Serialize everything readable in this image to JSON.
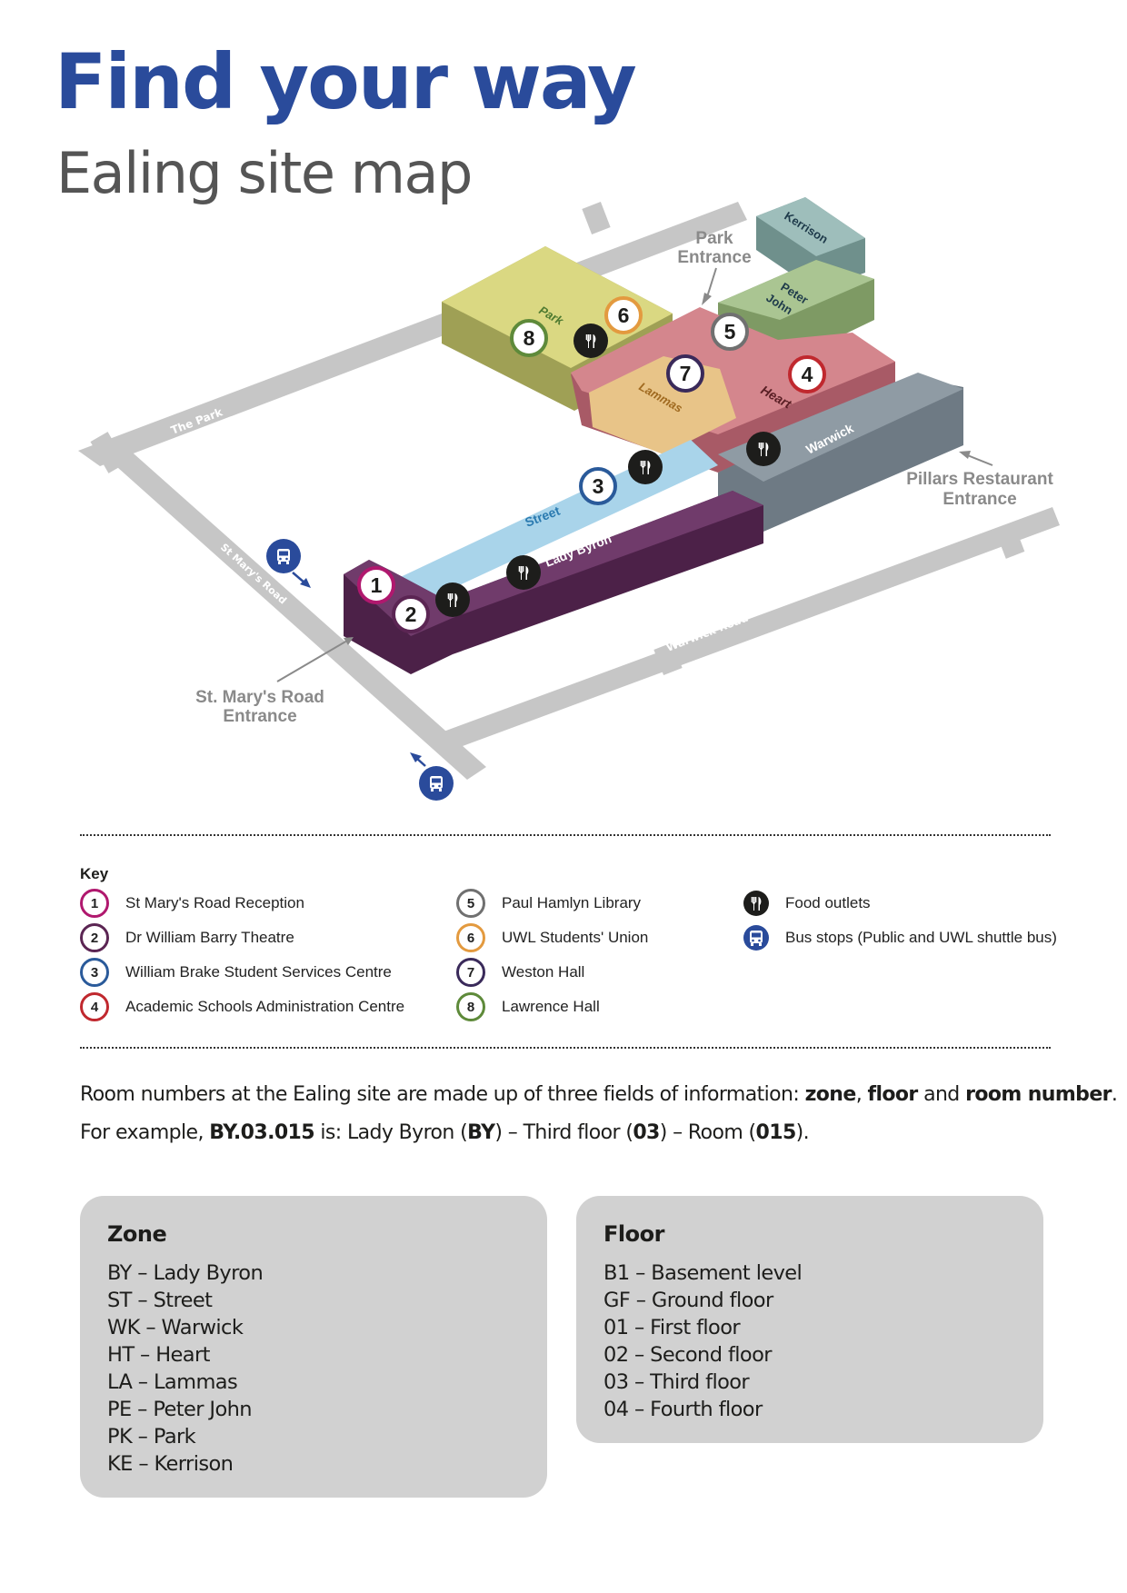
{
  "header": {
    "title": "Find your way",
    "subtitle": "Ealing site map"
  },
  "map": {
    "roads": {
      "the_park": "The Park",
      "st_marys_road": "St Mary's Road",
      "warwick_road": "Warwick Road"
    },
    "entrances": {
      "park_line1": "Park",
      "park_line2": "Entrance",
      "pillars_line1": "Pillars Restaurant",
      "pillars_line2": "Entrance",
      "st_marys_line1": "St. Mary's Road",
      "st_marys_line2": "Entrance"
    },
    "buildings": {
      "kerrison": "Kerrison",
      "peter": "Peter",
      "john": "John",
      "park": "Park",
      "lammas": "Lammas",
      "heart": "Heart",
      "warwick": "Warwick",
      "street": "Street",
      "lady_byron": "Lady Byron"
    },
    "markers": [
      "1",
      "2",
      "3",
      "4",
      "5",
      "6",
      "7",
      "8"
    ],
    "colors": {
      "road": "#c6c6c6",
      "park": "#d8d77f",
      "heart": "#d3848b",
      "lammas": "#e6c181",
      "warwick": "#8e9aa3",
      "street": "#a9d4ea",
      "lady_byron": "#6e3a6a",
      "peter_john": "#a9c28f",
      "kerrison": "#8fb0ad",
      "bus": "#2a4b9b"
    }
  },
  "key": {
    "title": "Key",
    "items": [
      {
        "num": "1",
        "label": "St Mary's Road Reception",
        "color": "#b0186e"
      },
      {
        "num": "2",
        "label": "Dr William Barry Theatre",
        "color": "#5b2553"
      },
      {
        "num": "3",
        "label": "William Brake Student Services Centre",
        "color": "#2a5a9a"
      },
      {
        "num": "4",
        "label": "Academic Schools Administration Centre",
        "color": "#c0282e"
      },
      {
        "num": "5",
        "label": "Paul Hamlyn Library",
        "color": "#707070"
      },
      {
        "num": "6",
        "label": "UWL Students' Union",
        "color": "#e39a3f"
      },
      {
        "num": "7",
        "label": "Weston Hall",
        "color": "#3a2a5a"
      },
      {
        "num": "8",
        "label": "Lawrence Hall",
        "color": "#5e8a3a"
      }
    ],
    "food": "Food outlets",
    "bus": "Bus stops (Public and UWL shuttle bus)"
  },
  "info": {
    "line1_a": "Room numbers at the Ealing site are made up of three fields of information: ",
    "line1_b": "zone",
    "line1_c": ", ",
    "line1_d": "floor",
    "line1_e": " and ",
    "line1_f": "room number",
    "line1_g": ".",
    "line2_a": "For example, ",
    "line2_b": "BY.03.015",
    "line2_c": " is: Lady Byron (",
    "line2_d": "BY",
    "line2_e": ") – Third floor (",
    "line2_f": "03",
    "line2_g": ") – Room (",
    "line2_h": "015",
    "line2_i": ")."
  },
  "zone": {
    "title": "Zone",
    "items": [
      "BY – Lady Byron",
      "ST – Street",
      "WK – Warwick",
      "HT – Heart",
      "LA – Lammas",
      "PE – Peter John",
      "PK – Park",
      "KE – Kerrison"
    ]
  },
  "floor": {
    "title": "Floor",
    "items": [
      "B1 – Basement level",
      "GF – Ground floor",
      "01 – First floor",
      "02 – Second floor",
      "03 – Third floor",
      "04 – Fourth floor"
    ]
  }
}
